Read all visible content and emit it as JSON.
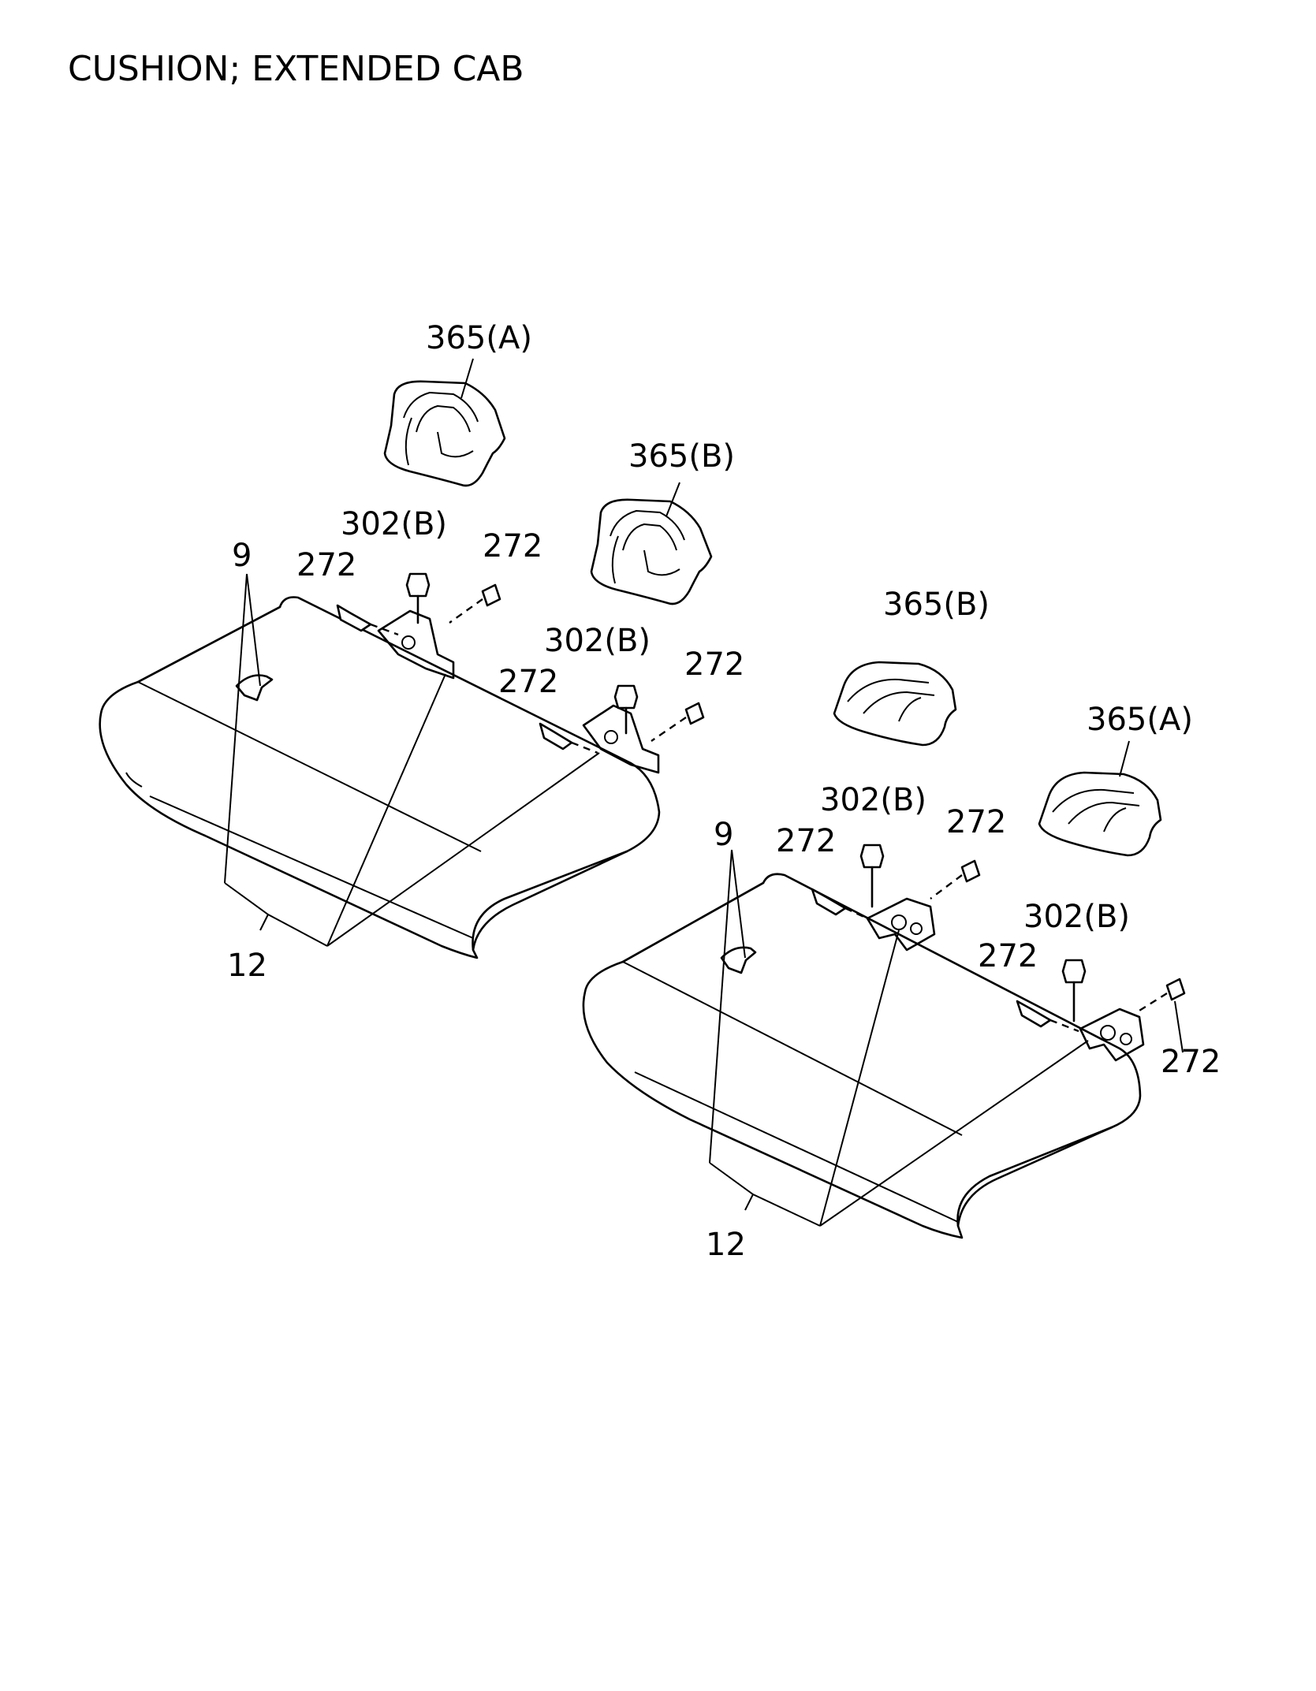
{
  "title": "CUSHION; EXTENDED CAB",
  "labels": {
    "left": {
      "cover_a": "365(A)",
      "cover_b": "365(B)",
      "nut_1": "302(B)",
      "nut_2": "302(B)",
      "bolt_1": "272",
      "bolt_2": "272",
      "bolt_3": "272",
      "bolt_4": "272",
      "clip": "9",
      "cushion": "12"
    },
    "right": {
      "cover_b": "365(B)",
      "cover_a": "365(A)",
      "nut_1": "302(B)",
      "nut_2": "302(B)",
      "bolt_1": "272",
      "bolt_2": "272",
      "bolt_3": "272",
      "bolt_4": "272",
      "clip": "9",
      "cushion": "12"
    }
  }
}
